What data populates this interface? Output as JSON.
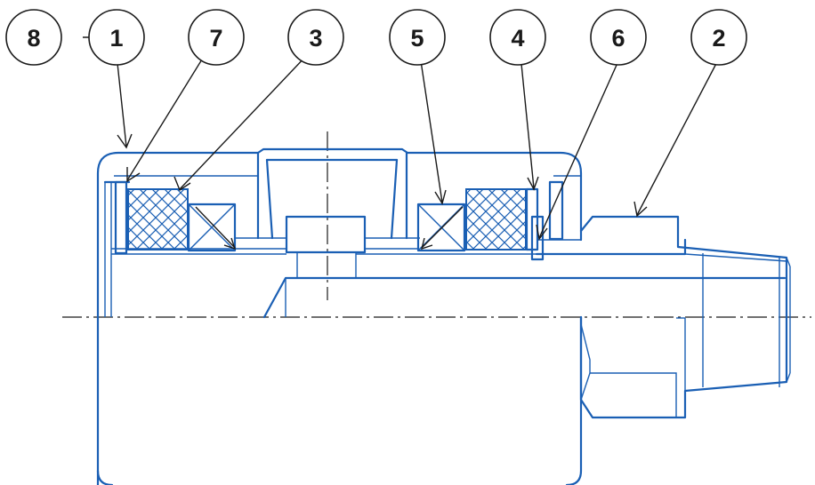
{
  "callouts": {
    "c1": "1",
    "c2": "2",
    "c3": "3",
    "c4": "4",
    "c5": "5",
    "c6": "6",
    "c7": "7",
    "c8": "8"
  },
  "colors": {
    "line": "#1a5fb4",
    "leader": "#1a1a1a",
    "background": "#ffffff"
  }
}
